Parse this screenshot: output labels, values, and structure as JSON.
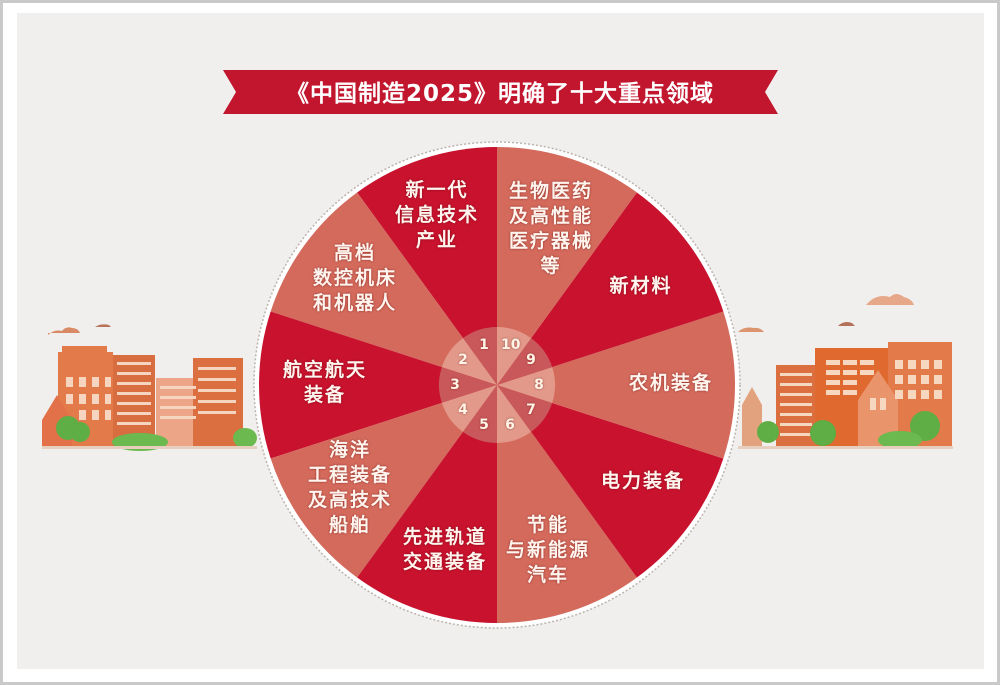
{
  "title": "《中国制造2025》明确了十大重点领域",
  "colors": {
    "banner": "#c2162f",
    "segment_dark": "#c8122e",
    "segment_light": "#d46a5c",
    "hub_dark": "#c9585a",
    "hub_light": "#e2998a",
    "background": "#f0efed",
    "building": "#e07a4a",
    "tree": "#5fae45"
  },
  "sectors": [
    {
      "number": "1",
      "label": "新一代\n信息技术\n产业"
    },
    {
      "number": "2",
      "label": "高档\n数控机床\n和机器人"
    },
    {
      "number": "3",
      "label": "航空航天\n装备"
    },
    {
      "number": "4",
      "label": "海洋\n工程装备\n及高技术\n船舶"
    },
    {
      "number": "5",
      "label": "先进轨道\n交通装备"
    },
    {
      "number": "6",
      "label": "节能\n与新能源\n汽车"
    },
    {
      "number": "7",
      "label": "电力装备"
    },
    {
      "number": "8",
      "label": "农机装备"
    },
    {
      "number": "9",
      "label": "新材料"
    },
    {
      "number": "10",
      "label": "生物医药\n及高性能\n医疗器械\n等"
    }
  ]
}
